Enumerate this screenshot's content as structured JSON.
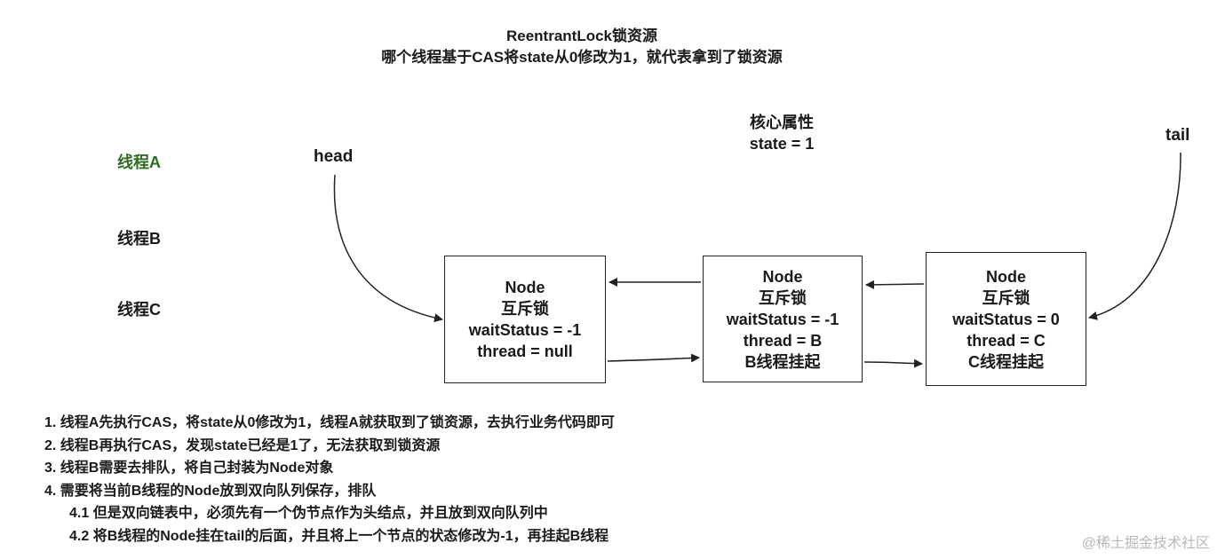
{
  "title": {
    "line1": "ReentrantLock锁资源",
    "line2": "哪个线程基于CAS将state从0修改为1，就代表拿到了锁资源"
  },
  "core": {
    "heading": "核心属性",
    "state": "state = 1"
  },
  "threads": [
    "线程A",
    "线程B",
    "线程C"
  ],
  "colors": {
    "active_thread": "#2e6b1f",
    "text": "#1a1a1a",
    "watermark": "#b8b8b8"
  },
  "pointers": {
    "head": "head",
    "tail": "tail"
  },
  "nodes": [
    {
      "lines": [
        "Node",
        "互斥锁",
        "waitStatus = -1",
        "thread = null"
      ]
    },
    {
      "lines": [
        "Node",
        "互斥锁",
        "waitStatus = -1",
        "thread = B",
        "B线程挂起"
      ]
    },
    {
      "lines": [
        "Node",
        "互斥锁",
        "waitStatus = 0",
        "thread = C",
        "C线程挂起"
      ]
    }
  ],
  "steps": [
    "1. 线程A先执行CAS，将state从0修改为1，线程A就获取到了锁资源，去执行业务代码即可",
    "2. 线程B再执行CAS，发现state已经是1了，无法获取到锁资源",
    "3. 线程B需要去排队，将自己封装为Node对象",
    "4. 需要将当前B线程的Node放到双向队列保存，排队",
    "4.1 但是双向链表中，必须先有一个伪节点作为头结点，并且放到双向队列中",
    "4.2 将B线程的Node挂在tail的后面，并且将上一个节点的状态修改为-1，再挂起B线程"
  ],
  "watermark": "@稀土掘金技术社区"
}
